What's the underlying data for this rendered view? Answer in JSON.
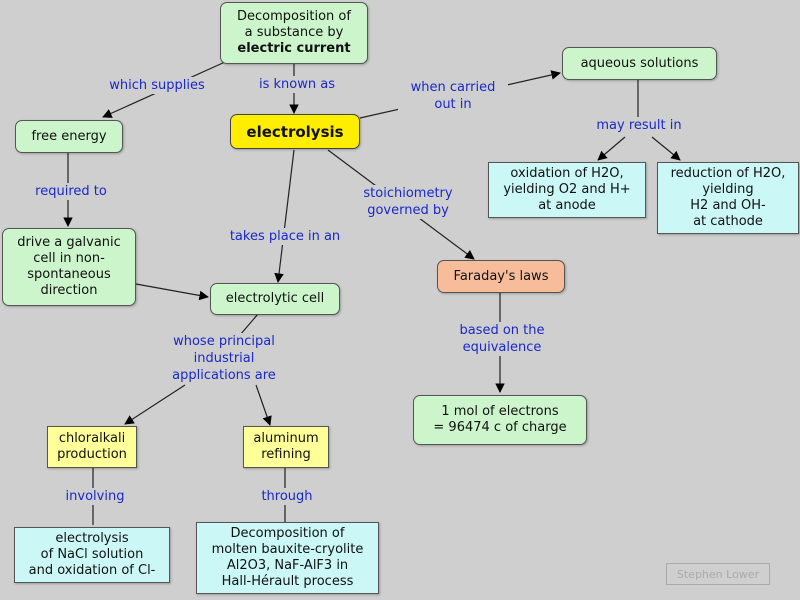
{
  "nodes": {
    "decomposition_line1": "Decomposition of",
    "decomposition_line2": "a substance by",
    "decomposition_bold": "electric current",
    "electrolysis": "electrolysis",
    "free_energy": "free energy",
    "aqueous_solutions": "aqueous solutions",
    "oxidation": "oxidation of H2O,\nyielding O2 and H+\nat anode",
    "reduction": "reduction of H2O,\nyielding\nH2 and OH-\nat cathode",
    "galvanic": "drive a galvanic\ncell in non-\nspontaneous\ndirection",
    "electrolytic_cell": "electrolytic cell",
    "faradays_laws": "Faraday's laws",
    "mol_electrons": "1 mol of electrons\n= 96474 c of charge",
    "chloralkali": "chloralkali\nproduction",
    "aluminum": "aluminum\nrefining",
    "nacl": "electrolysis\nof NaCl solution\nand oxidation of Cl-",
    "bauxite": "Decomposition of\nmolten bauxite-cryolite\nAl2O3, NaF-AlF3 in\nHall-Hérault process"
  },
  "links": {
    "which_supplies": "which supplies",
    "is_known_as": "is known as",
    "when_carried_out_in": "when carried\nout in",
    "may_result_in": "may result in",
    "required_to": "required to",
    "takes_place_in_an": "takes place in an",
    "stoichiometry": "stoichiometry\ngoverned by",
    "based_on": "based on the\nequivalence",
    "whose_principal": "whose principal\nindustrial\napplications are",
    "involving": "involving",
    "through": "through"
  },
  "credit": "Stephen Lower",
  "colors": {
    "background": "#cfcfcf",
    "link_text": "#1a28c8",
    "concept_green": "#ccf5cc",
    "concept_cyan": "#ccf7f7",
    "concept_yellow": "#ffff99",
    "concept_orange": "#f7bd9b",
    "main_concept": "#ffee00"
  }
}
